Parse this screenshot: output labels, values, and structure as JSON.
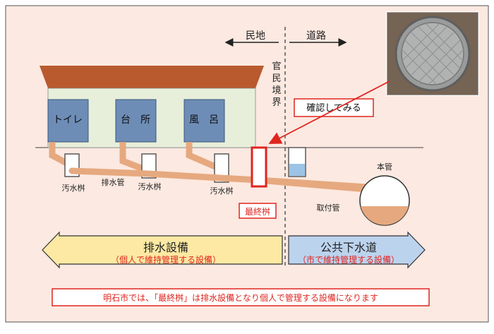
{
  "labels": {
    "private_land": "民地",
    "road": "道路",
    "boundary": [
      "官",
      "民",
      "境",
      "界"
    ],
    "confirm": "確認してみる",
    "toilet": "トイレ",
    "kitchen": "台　所",
    "bath": "風　呂",
    "septic_basin": "汚水桝",
    "drain_pipe": "排水管",
    "main_pipe": "本管",
    "connection_pipe": "取付管",
    "final_basin": "最終桝",
    "drainage_title": "排水設備",
    "drainage_sub": "（個人で維持管理する設備）",
    "sewer_title": "公共下水道",
    "sewer_sub": "（市で維持管理する設備）",
    "note": "明石市では、「最終桝」は排水設備となり個人で管理する設備になります"
  },
  "colors": {
    "background": "#fce9e1",
    "roof": "#b95a2e",
    "wall": "#e7efdb",
    "room": "#6d8db7",
    "pipe": "#e6a97f",
    "red": "#e0251f",
    "yellow_arrow": "#fde9a3",
    "blue_arrow": "#bcd3ee"
  }
}
